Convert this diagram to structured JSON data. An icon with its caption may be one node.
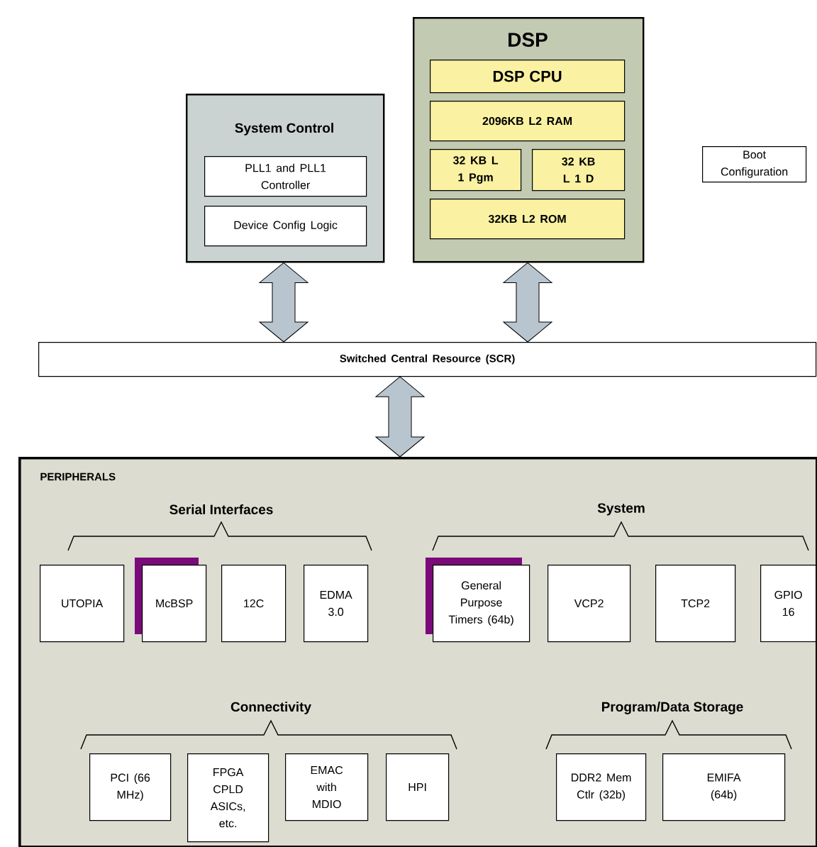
{
  "diagram": {
    "nodes": [
      {
        "text": [
          "System Control"
        ]
      },
      {
        "text": [
          "PLL1 and PLL1 Controller"
        ],
        "in": 0
      },
      {
        "text": [
          "Device Config Logic"
        ],
        "in": 0
      },
      {
        "text": [
          "DSP"
        ]
      },
      {
        "text": [
          "DSP CPU"
        ],
        "in": 3
      },
      {
        "text": [
          "2096KB L2 RAM"
        ],
        "in": 3
      },
      {
        "text": [
          "32 KB L 1 Pgm"
        ],
        "in": 3
      },
      {
        "text": [
          "32 KB L 1 D"
        ],
        "in": 3
      },
      {
        "text": [
          "32KB L2 ROM"
        ],
        "in": 3
      },
      {
        "text": [
          "Boot Configuration"
        ]
      },
      {
        "text": [
          "Switched Central Resource (SCR)"
        ]
      },
      {
        "text": [
          "PERIPHERALS"
        ]
      },
      {
        "text": [
          "UTOPIA"
        ],
        "in": 11
      },
      {
        "text": [
          "McBSP"
        ],
        "in": 11
      },
      {
        "text": [
          "12C"
        ],
        "in": 11
      },
      {
        "text": [
          "EDMA 3.0"
        ],
        "in": 11
      },
      {
        "text": [
          "General Purpose Timers (64b)"
        ],
        "in": 11
      },
      {
        "text": [
          "VCP2"
        ],
        "in": 11
      },
      {
        "text": [
          "TCP2"
        ],
        "in": 11
      },
      {
        "text": [
          "GPIO 16"
        ],
        "in": 11
      },
      {
        "text": [
          "PCI (66 MHz)"
        ],
        "in": 11
      },
      {
        "text": [
          "FPGA CPLD ASICs, etc."
        ],
        "in": 11
      },
      {
        "text": [
          "EMAC with MDIO"
        ],
        "in": 11
      },
      {
        "text": [
          "HPI"
        ],
        "in": 11
      },
      {
        "text": [
          "DDR2 Mem Ctlr (32b)"
        ],
        "in": 11
      },
      {
        "text": [
          "EMIFA (64b)"
        ],
        "in": 11
      }
    ],
    "edges": [
      {
        "from": 0,
        "to": 10,
        "arrow": "both",
        "style": "thick"
      },
      {
        "from": 3,
        "to": 10,
        "arrow": "both",
        "style": "thick"
      },
      {
        "from": 10,
        "to": 11,
        "arrow": "both",
        "style": "thick"
      }
    ],
    "labels": [
      "Serial Interfaces",
      "System",
      "Connectivity",
      "Program/Data Storage"
    ]
  }
}
